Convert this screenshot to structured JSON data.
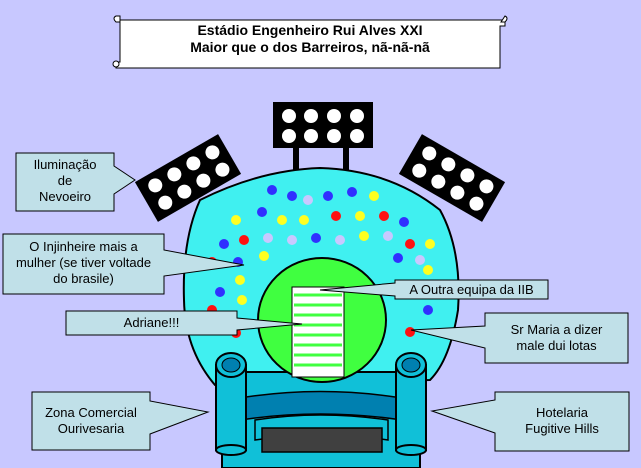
{
  "colors": {
    "background": "#c8c8ff",
    "callout_fill": "#c0e0e8",
    "stands": "#40f0f0",
    "pitch": "#40ff40",
    "tower": "#10c0d8",
    "tower_dark": "#0080b0",
    "dark_band": "#404040",
    "dot_blue": "#3030ff",
    "dot_yellow": "#ffff20",
    "dot_red": "#ff1010",
    "dot_lilac": "#c8c8ff"
  },
  "title": {
    "line1": "Estádio  Engenheiro Rui Alves XXI",
    "line2": "Maior que o dos Barreiros, nã-nã-nã"
  },
  "callouts": {
    "lighting": {
      "line1": "Iluminação",
      "line2": "de",
      "line3": "Nevoeiro"
    },
    "engineer": {
      "line1": "O  Injinheire mais a",
      "line2": "mulher (se tiver voltade",
      "line3": "do brasile)"
    },
    "other_team": {
      "line1": "A Outra equipa da IIB"
    },
    "adriane": {
      "line1": "Adriane!!!"
    },
    "sr_maria": {
      "line1": "Sr Maria a dizer",
      "line2": "male dui lotas"
    },
    "commercial": {
      "line1": "Zona Comercial",
      "line2": "Ourivesaria"
    },
    "hotel": {
      "line1": "Hotelaria",
      "line2": "Fugitive Hills"
    }
  }
}
